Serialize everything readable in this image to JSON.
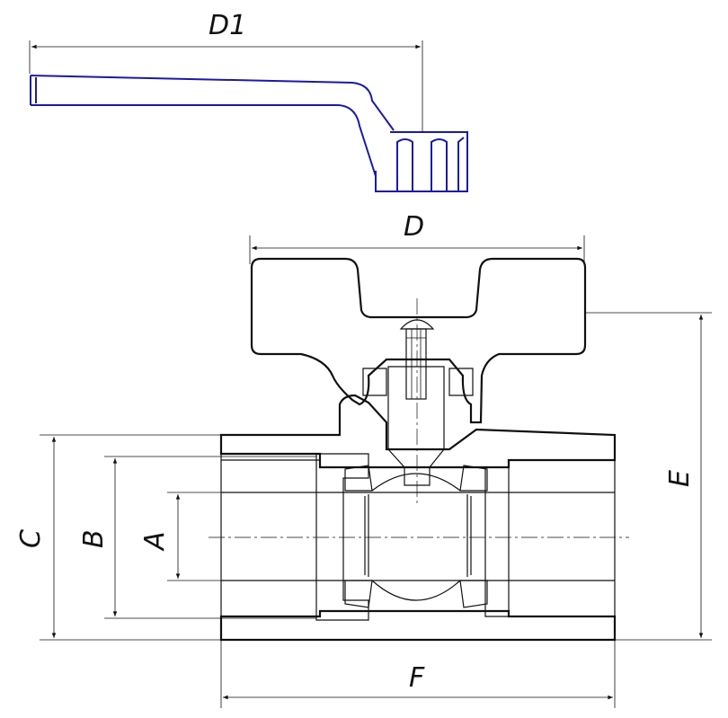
{
  "labels": {
    "d1": "D1",
    "d": "D",
    "c": "C",
    "b": "B",
    "a": "A",
    "e": "E",
    "f": "F"
  },
  "colors": {
    "line": "#111111",
    "handle_outline": "#1a1aa8",
    "background": "#ffffff"
  }
}
